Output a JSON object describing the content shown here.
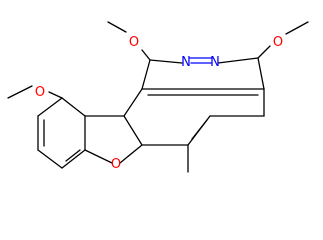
{
  "structure": {
    "atoms": [
      {
        "id": "o_left_methoxy",
        "label": "O",
        "color": "#ff0000"
      },
      {
        "id": "o_top_left",
        "label": "O",
        "color": "#ff0000"
      },
      {
        "id": "o_top_right",
        "label": "O",
        "color": "#ff0000"
      },
      {
        "id": "o_furan",
        "label": "O",
        "color": "#ff0000"
      },
      {
        "id": "n_left",
        "label": "N",
        "color": "#0000ff"
      },
      {
        "id": "n_right",
        "label": "N",
        "color": "#0000ff"
      }
    ]
  },
  "colors": {
    "bond": "#000000",
    "oxygen": "#ff0000",
    "nitrogen": "#0000ff",
    "background": "#ffffff"
  }
}
